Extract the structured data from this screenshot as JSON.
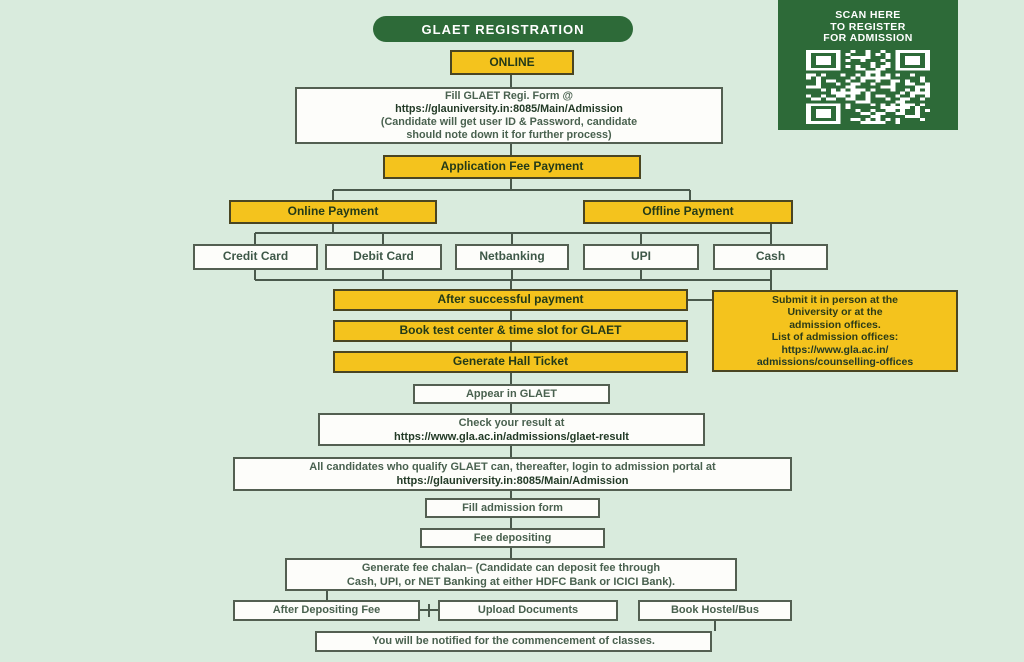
{
  "colors": {
    "background": "#d9ebdd",
    "brand_green": "#2d6a38",
    "accent_yellow": "#f4c31d",
    "connector": "#4a594c"
  },
  "header": {
    "title": "GLAET REGISTRATION"
  },
  "qr_panel": {
    "line1": "SCAN HERE",
    "line2": "TO REGISTER",
    "line3": "FOR ADMISSION"
  },
  "nodes": {
    "online": "ONLINE",
    "fill_form_line1": "Fill GLAET Regi. Form @",
    "fill_form_url": "https://glauniversity.in:8085/Main/Admission",
    "fill_form_line3": "(Candidate will get user ID & Password, candidate",
    "fill_form_line4": "should note down it for further process)",
    "app_fee": "Application Fee Payment",
    "online_payment": "Online Payment",
    "offline_payment": "Offline Payment",
    "credit_card": "Credit Card",
    "debit_card": "Debit Card",
    "netbanking": "Netbanking",
    "upi": "UPI",
    "cash": "Cash",
    "after_payment": "After successful payment",
    "book_test": "Book test center & time slot for GLAET",
    "hall_ticket": "Generate Hall Ticket",
    "appear": "Appear in GLAET",
    "check_result_line1": "Check your result at",
    "check_result_url": "https://www.gla.ac.in/admissions/glaet-result",
    "qualify_line1": "All candidates who qualify GLAET can, thereafter, login to admission portal at",
    "qualify_url": "https://glauniversity.in:8085/Main/Admission",
    "fill_admission": "Fill admission form",
    "fee_depositing": "Fee depositing",
    "chalan_line1": "Generate fee chalan– (Candidate can deposit fee through",
    "chalan_line2": "Cash, UPI, or NET Banking at either HDFC Bank or ICICI Bank).",
    "after_deposit": "After Depositing Fee",
    "upload_docs": "Upload Documents",
    "book_hostel": "Book Hostel/Bus",
    "notified": "You will be notified for the commencement of classes."
  },
  "note": {
    "line1": "Submit it in person at the",
    "line2": "University or at the",
    "line3": "admission offices.",
    "line4": "List of admission offices:",
    "url_line1": "https://www.gla.ac.in/",
    "url_line2": "admissions/counselling-offices"
  }
}
